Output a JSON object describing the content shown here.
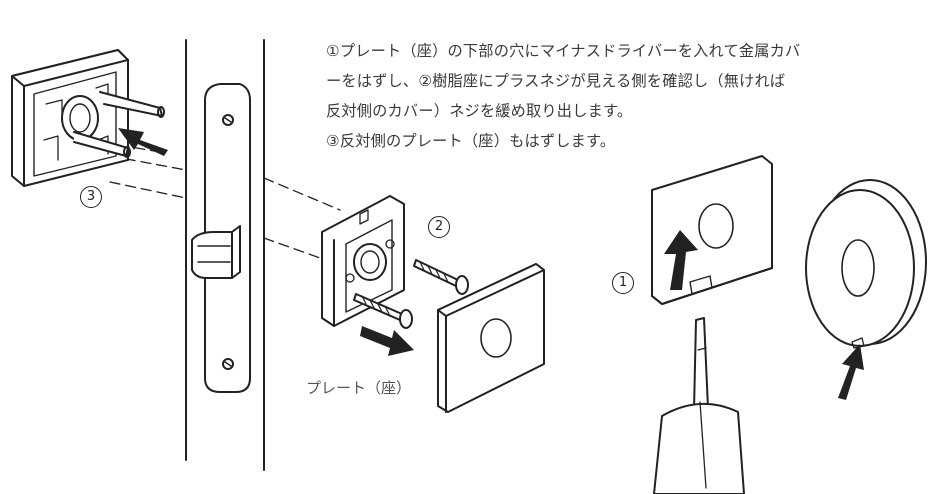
{
  "instructions": {
    "line1": "①プレート（座）の下部の穴にマイナスドライバーを入れて金属カバ",
    "line2": "ーをはずし、②樹脂座にプラスネジが見える側を確認し（無ければ",
    "line3": "反対側のカバー）ネジを緩め取り出します。",
    "line4": "③反対側のプレート（座）もはずします。"
  },
  "labels": {
    "plate": "プレート（座）",
    "step1": "1",
    "step2": "2",
    "step3": "3"
  }
}
